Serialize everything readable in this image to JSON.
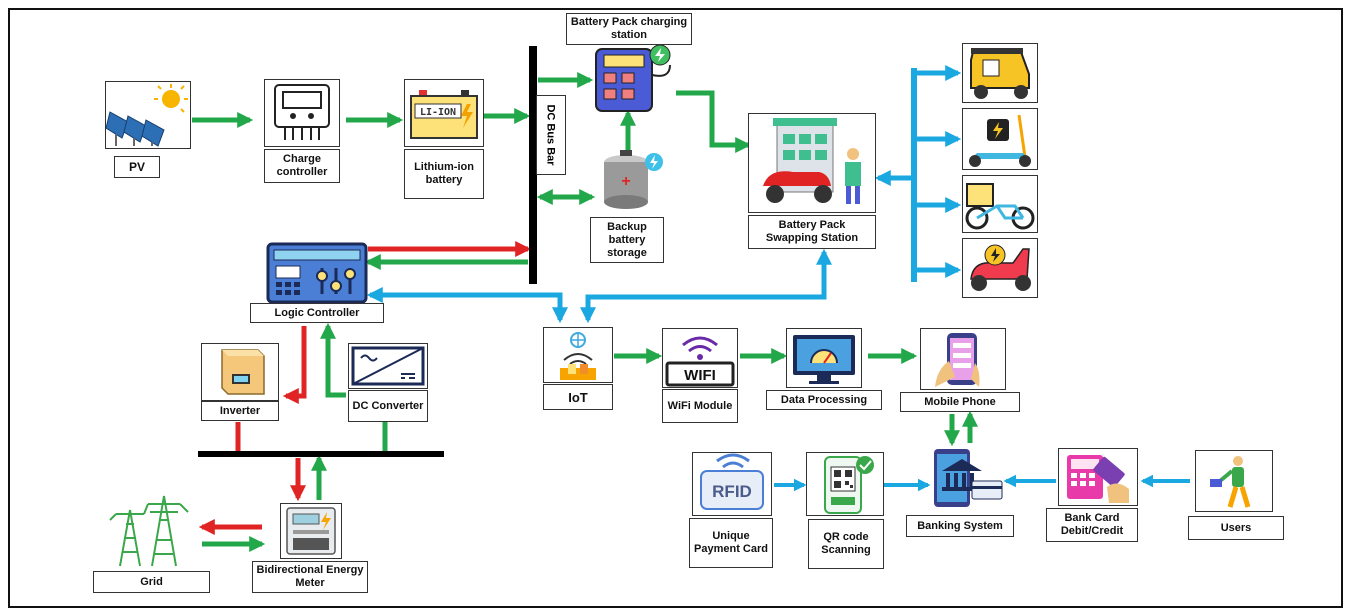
{
  "nodes": {
    "pv": "PV",
    "charge_controller": "Charge controller",
    "lithium_battery": "Lithium-ion battery",
    "dc_bus_bar": "DC Bus Bar",
    "charging_station": "Battery Pack charging station",
    "backup_storage": "Backup battery storage",
    "swapping_station": "Battery Pack Swapping Station",
    "logic_controller": "Logic Controller",
    "inverter": "Inverter",
    "dc_converter": "DC Converter",
    "grid": "Grid",
    "energy_meter": "Bidirectional Energy Meter",
    "iot": "IoT",
    "wifi_module": "WiFi Module",
    "data_processing": "Data Processing",
    "mobile_phone": "Mobile Phone",
    "payment_card": "Unique Payment Card",
    "qr_scanning": "QR code Scanning",
    "banking_system": "Banking System",
    "bank_card": "Bank Card Debit/Credit",
    "users": "Users"
  },
  "icon_text": {
    "li_ion": "LI-ION",
    "wifi": "WIFI",
    "rfid": "RFID"
  },
  "colors": {
    "power_flow": "#22a84a",
    "control_flow": "#e02424",
    "data_flow": "#1ba8e0",
    "bus": "#000000"
  },
  "vehicles": [
    "auto-rickshaw-icon",
    "e-scooter-icon",
    "e-rickshaw-icon",
    "e-moped-icon"
  ]
}
